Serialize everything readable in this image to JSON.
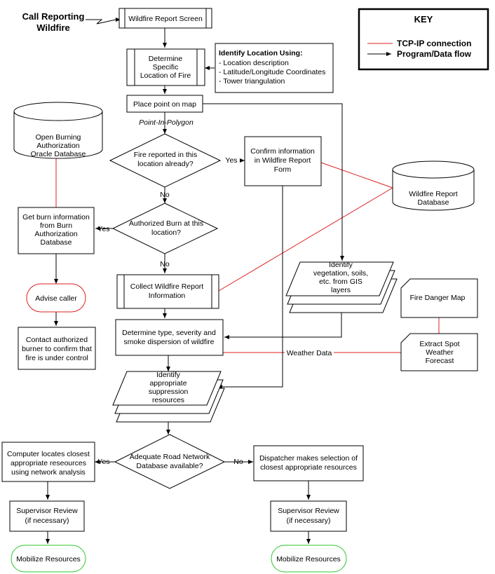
{
  "caller": {
    "line1": "Call Reporting",
    "line2": "Wildfire"
  },
  "key": {
    "title": "KEY",
    "tcp": "TCP-IP connection",
    "flow": "Program/Data flow",
    "tcp_color": "#e02020"
  },
  "nodes": {
    "wildfire_report_screen": "Wildfire Report Screen",
    "determine_location": [
      "Determine",
      "Specific",
      "Location of Fire"
    ],
    "identify_location": {
      "title": "Identify Location Using:",
      "items": [
        "- Location description",
        "- Latitude/Longitude Coordinates",
        "- Tower triangulation"
      ]
    },
    "place_point": "Place point on map",
    "point_in_polygon": "Point-In-Polygon",
    "fire_reported": [
      "Fire reported in this",
      "location already?"
    ],
    "confirm_info": [
      "Confirm information",
      "in Wildfire Report",
      "Form"
    ],
    "open_burning_db": [
      "Open Burning",
      "Authorization",
      "Oracle Database"
    ],
    "wildfire_db": [
      "Wildfire Report",
      "Database"
    ],
    "get_burn_info": [
      "Get burn information",
      "from Burn",
      "Authorization",
      "Database"
    ],
    "authorized_burn": [
      "Authorized Burn at this",
      "location?"
    ],
    "advise_caller": "Advise caller",
    "contact_burner": [
      "Contact authorized",
      "burner to confirm that",
      "fire is under control"
    ],
    "collect_report": [
      "Collect Wildfire Report",
      "Information"
    ],
    "identify_gis": [
      "Identify",
      "vegetation, soils,",
      "etc. from GIS",
      "layers"
    ],
    "fire_danger_map": "Fire Danger Map",
    "determine_type": [
      "Determine type, severity and",
      "smoke dispersion of wildfire"
    ],
    "extract_weather": [
      "Extract Spot",
      "Weather",
      "Forecast"
    ],
    "weather_data": "Weather Data",
    "identify_suppression": [
      "Identify",
      "appropriate",
      "suppression",
      "resources"
    ],
    "adequate_road": [
      "Adequate Road Network",
      "Database available?"
    ],
    "computer_locates": [
      "Computer locates closest",
      "appropriate reseources",
      "using network analysis"
    ],
    "dispatcher_selects": [
      "Dispatcher makes selection of",
      "closest appropriate resources"
    ],
    "supervisor_review_left": [
      "Supervisor Review",
      "(if necessary)"
    ],
    "supervisor_review_right": [
      "Supervisor Review",
      "(if necessary)"
    ],
    "mobilize_left": "Mobilize Resources",
    "mobilize_right": "Mobilize Resources"
  },
  "edge_labels": {
    "yes": "Yes",
    "no": "No"
  }
}
